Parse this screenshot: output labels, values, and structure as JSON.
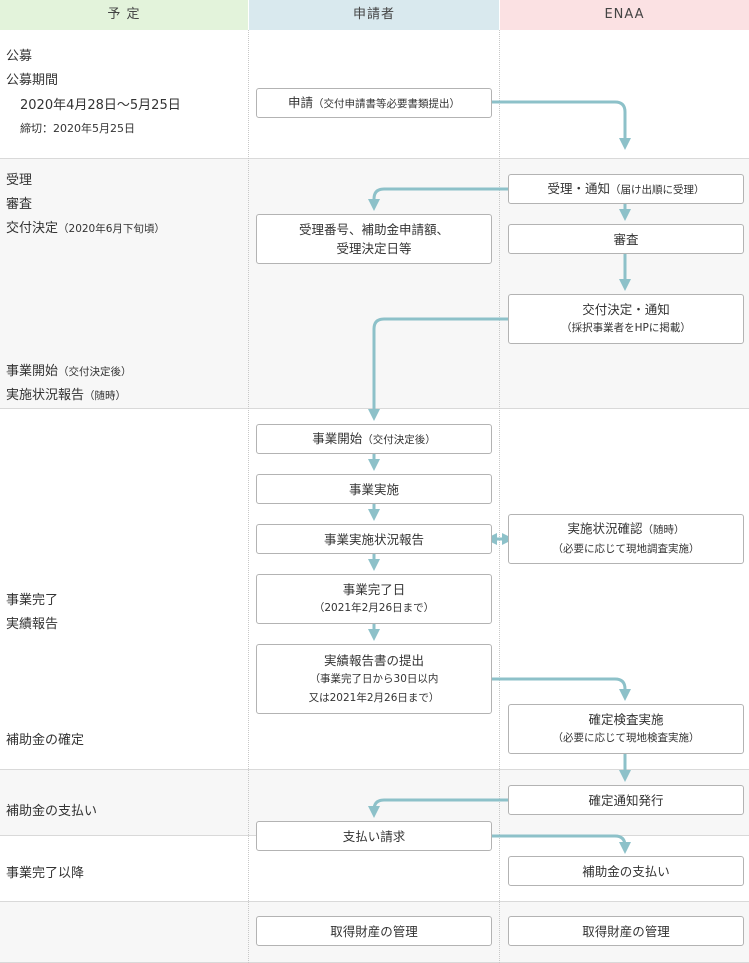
{
  "header": {
    "schedule": "予 定",
    "applicant": "申請者",
    "enaa": "ENAA"
  },
  "colors": {
    "header_schedule_bg": "#e3f3db",
    "header_applicant_bg": "#d9e9ee",
    "header_enaa_bg": "#fbe1e3",
    "arrow": "#8dc1c9"
  },
  "schedule": {
    "koubo": "公募",
    "koubo_period": "公募期間",
    "period_dates": "2020年4月28日～5月25日",
    "deadline": "締切：2020年5月25日",
    "juri": "受理",
    "shinsa": "審査",
    "koufu_kettei": "交付決定",
    "koufu_kettei_note": "（2020年6月下旬頃）",
    "jigyou_kaishi": "事業開始",
    "jigyou_kaishi_note": "（交付決定後）",
    "jisshi_houkoku": "実施状況報告",
    "jisshi_houkoku_note": "（随時）",
    "jigyou_kanryo": "事業完了",
    "jisseki_houkoku": "実績報告",
    "kakutei": "補助金の確定",
    "shiharai": "補助金の支払い",
    "ikou": "事業完了以降"
  },
  "applicant": {
    "shinsei": "申請",
    "shinsei_note": "（交付申請書等必要書類提出）",
    "juri_info_line1": "受理番号、補助金申請額、",
    "juri_info_line2": "受理決定日等",
    "jigyou_kaishi": "事業開始",
    "jigyou_kaishi_note": "（交付決定後）",
    "jigyou_jisshi": "事業実施",
    "jisshi_houkoku": "事業実施状況報告",
    "kanryo_day": "事業完了日",
    "kanryo_day_note": "（2021年2月26日まで）",
    "jisseki_teishutsu": "実績報告書の提出",
    "jisseki_note1": "（事業完了日から30日以内",
    "jisseki_note2": "又は2021年2月26日まで）",
    "shiharai_seikyu": "支払い請求",
    "zaisan_kanri": "取得財産の管理"
  },
  "enaa": {
    "juri_tsuchi": "受理・通知",
    "juri_tsuchi_note": "（届け出順に受理）",
    "shinsa": "審査",
    "koufu_tsuchi": "交付決定・通知",
    "koufu_tsuchi_note": "（採択事業者をHPに掲載）",
    "jisshi_kakunin": "実施状況確認",
    "jisshi_kakunin_note": "（随時）",
    "jisshi_kakunin_sub": "（必要に応じて現地調査実施）",
    "kakutei_kensa": "確定検査実施",
    "kakutei_kensa_sub": "（必要に応じて現地検査実施）",
    "kakutei_tsuchi": "確定通知発行",
    "shiharai": "補助金の支払い",
    "zaisan_kanri": "取得財産の管理"
  }
}
